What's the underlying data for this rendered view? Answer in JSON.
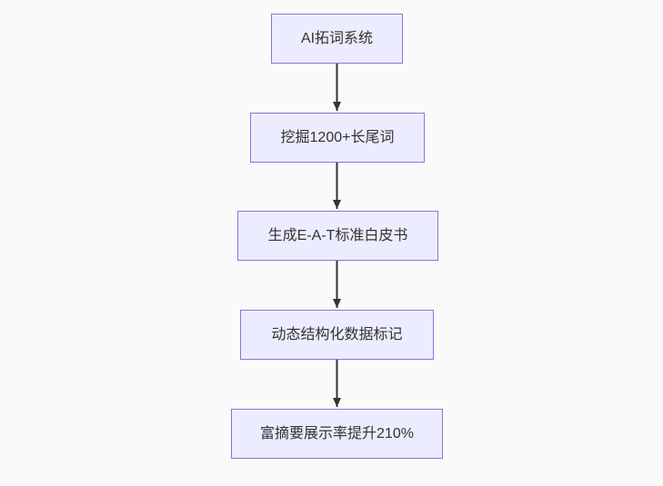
{
  "diagram": {
    "type": "flowchart",
    "direction": "top-down",
    "nodes": [
      {
        "id": "step-1",
        "label": "AI拓词系统"
      },
      {
        "id": "step-2",
        "label": "挖掘1200+长尾词"
      },
      {
        "id": "step-3",
        "label": "生成E-A-T标准白皮书"
      },
      {
        "id": "step-4",
        "label": "动态结构化数据标记"
      },
      {
        "id": "step-5",
        "label": "富摘要展示率提升210%"
      }
    ],
    "edges": [
      {
        "from": "step-1",
        "to": "step-2"
      },
      {
        "from": "step-2",
        "to": "step-3"
      },
      {
        "from": "step-3",
        "to": "step-4"
      },
      {
        "from": "step-4",
        "to": "step-5"
      }
    ],
    "colors": {
      "canvas_background": "#fafafa",
      "node_fill": "#ececff",
      "node_border": "#9370db",
      "node_text": "#333333",
      "edge_line": "#333333",
      "arrowhead": "#333333"
    }
  }
}
